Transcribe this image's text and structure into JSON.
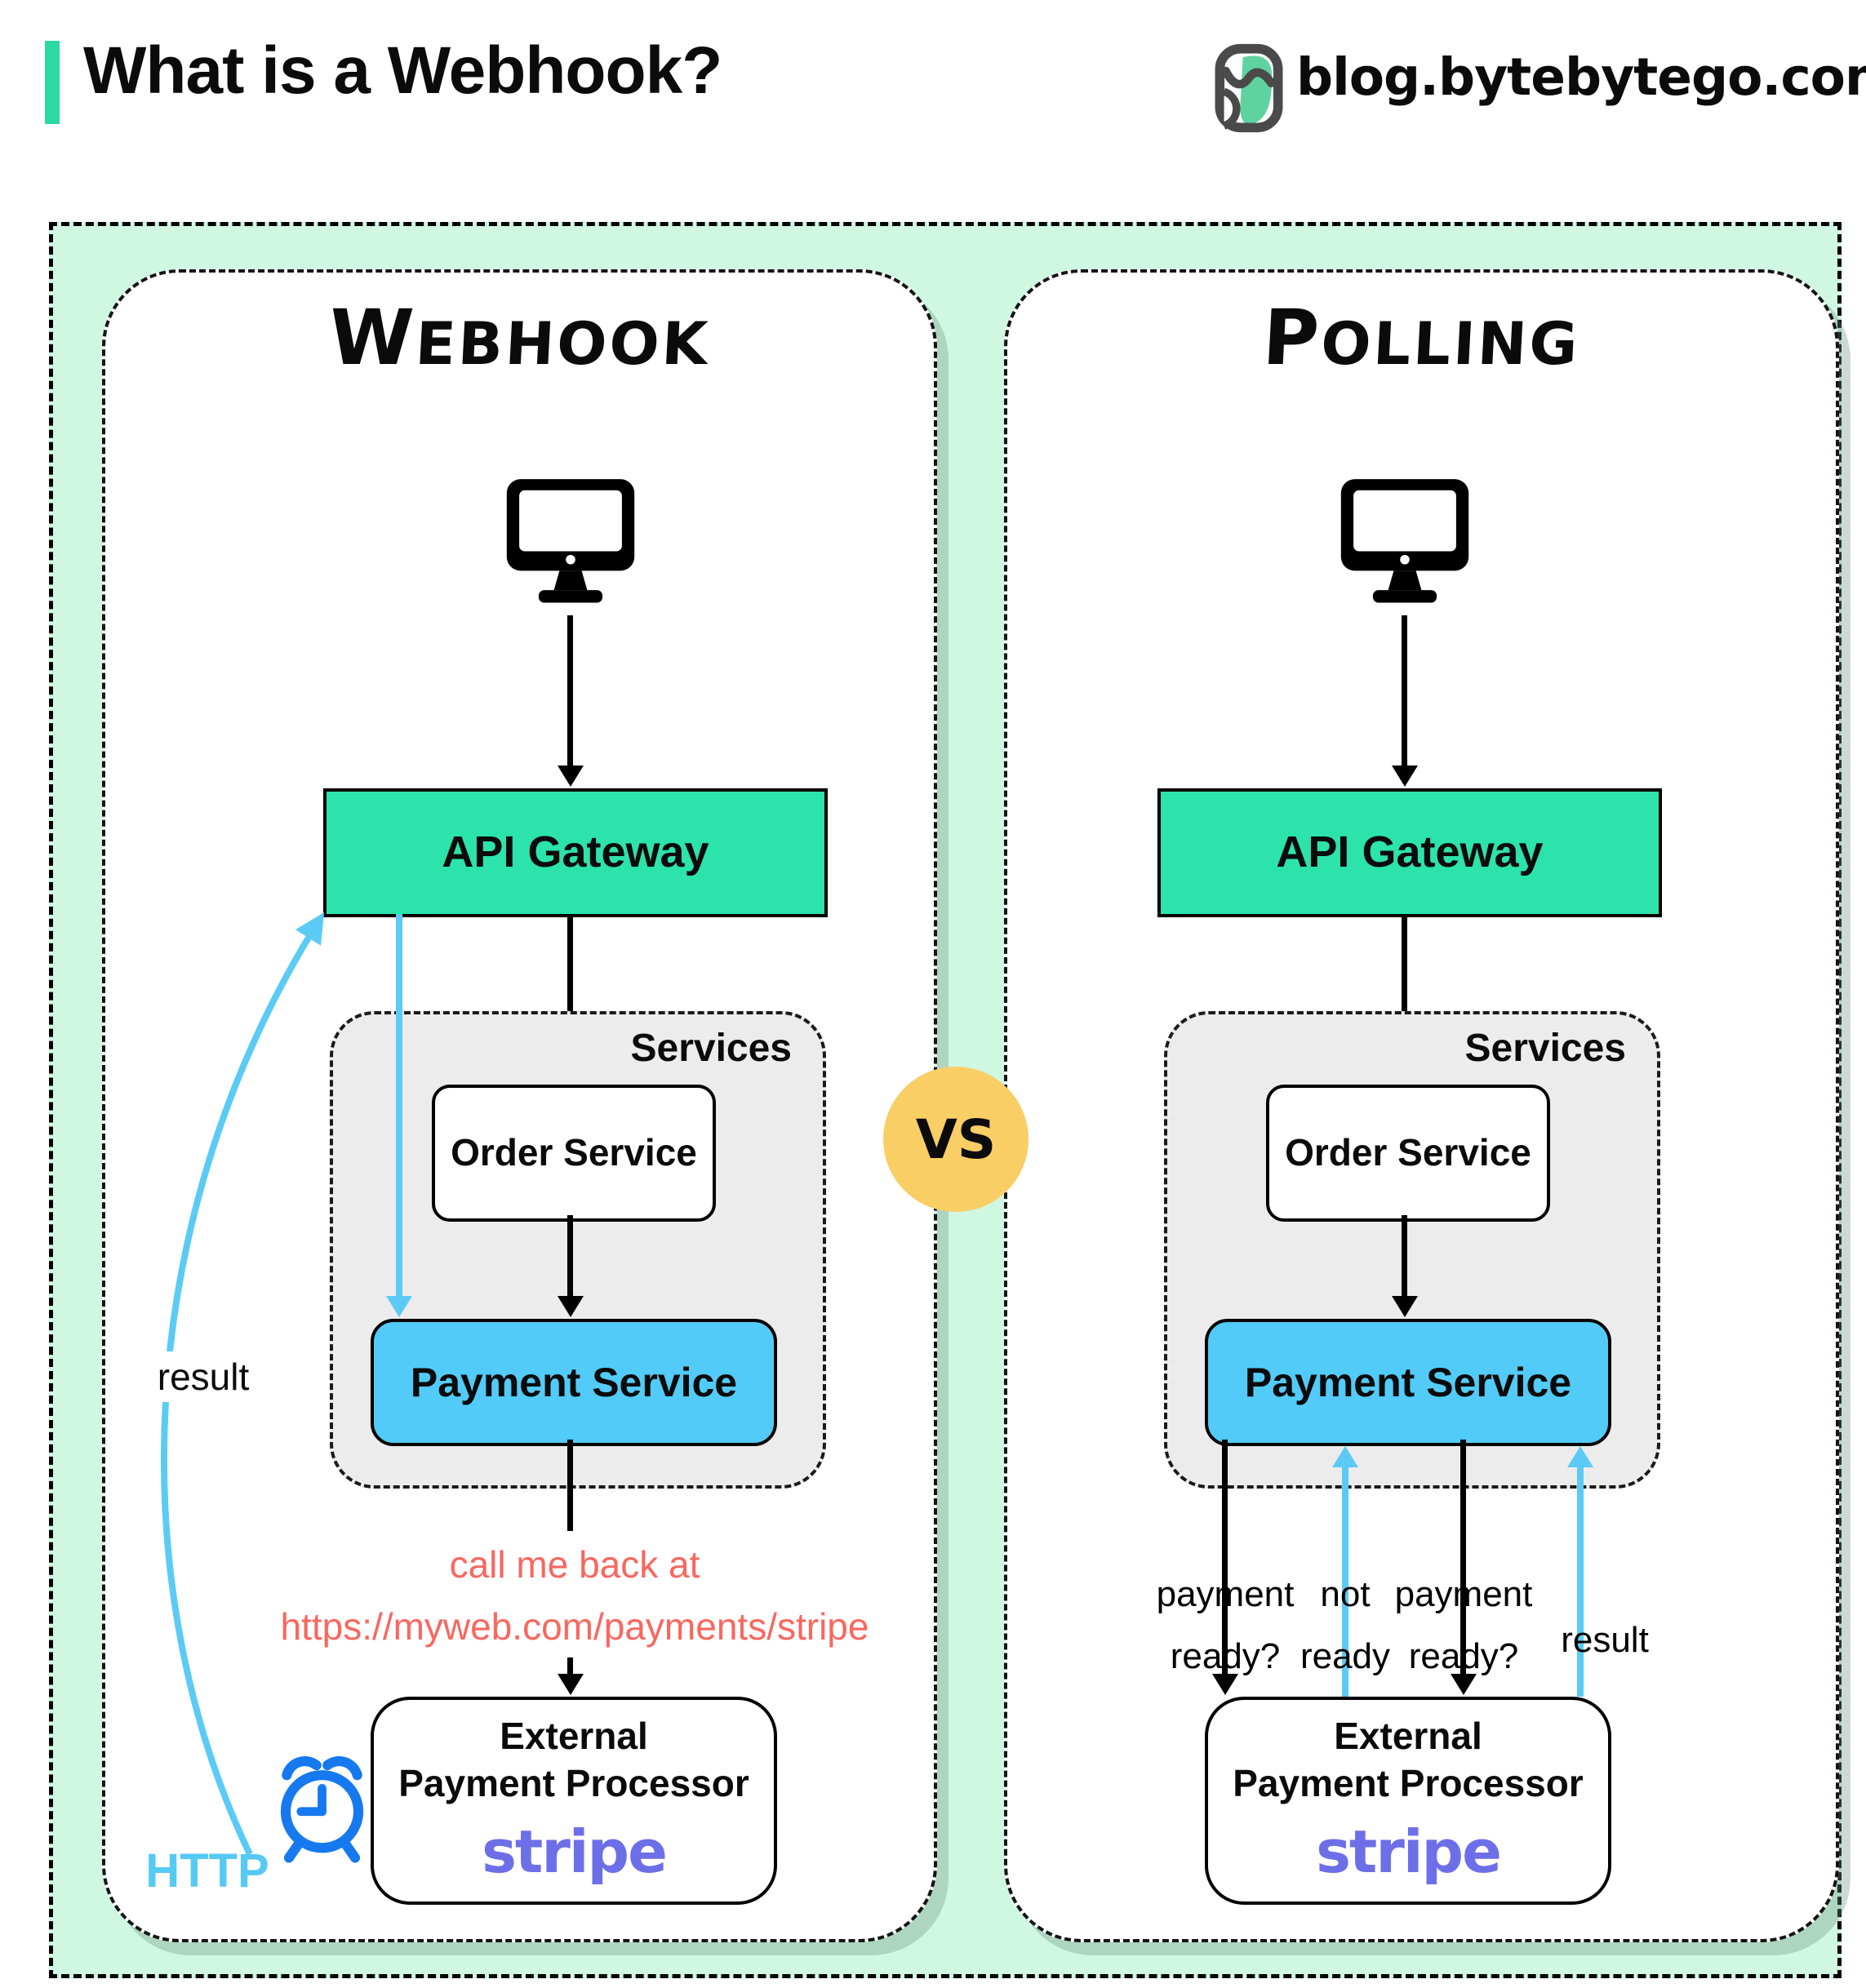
{
  "header": {
    "title": "What is a Webhook?",
    "site": "blog.bytebytego.com"
  },
  "vs_badge": "VS",
  "webhook": {
    "title": "Webhook",
    "client_icon": "desktop-monitor",
    "api_gateway": "API Gateway",
    "services_label": "Services",
    "order_service": "Order Service",
    "payment_service": "Payment Service",
    "callback_line1": "call me back at",
    "callback_line2": "https://myweb.com/payments/stripe",
    "external_line1": "External",
    "external_line2": "Payment Processor",
    "vendor": "stripe",
    "result_label": "result",
    "http_label": "HTTP",
    "clock_icon": "alarm-clock"
  },
  "polling": {
    "title": "Polling",
    "client_icon": "desktop-monitor",
    "api_gateway": "API Gateway",
    "services_label": "Services",
    "order_service": "Order Service",
    "payment_service": "Payment Service",
    "ask1_line1": "payment",
    "ask1_line2": "ready?",
    "reply_line1": "not",
    "reply_line2": "ready",
    "ask2_line1": "payment",
    "ask2_line2": "ready?",
    "result_label": "result",
    "external_line1": "External",
    "external_line2": "Payment Processor",
    "vendor": "stripe"
  },
  "colors": {
    "mint_bg": "#CFF7E2",
    "accent_teal": "#2BD9A3",
    "gateway_fill": "#2BE3AB",
    "payment_fill": "#52CBF8",
    "arrow_blue": "#5BCBF5",
    "callback_red": "#F9675F",
    "stripe_purple": "#6D6FE8",
    "vs_yellow": "#F9CE65",
    "services_gray": "#ECECEC",
    "clock_blue": "#1679EF"
  }
}
